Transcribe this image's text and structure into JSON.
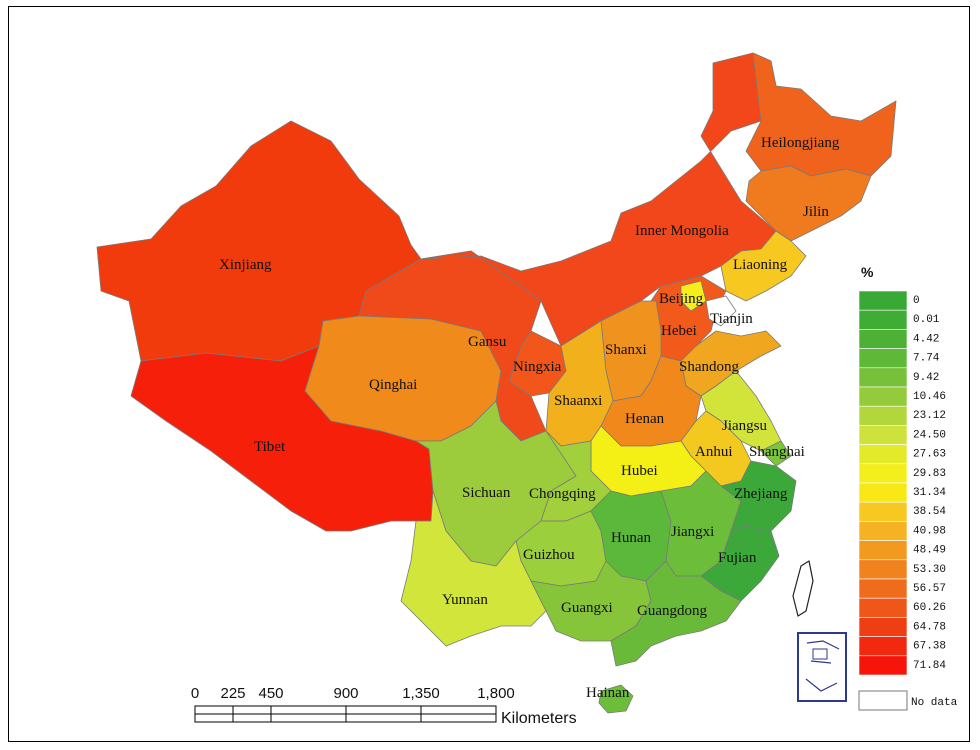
{
  "colors": {
    "Xinjiang": "#f23b0c",
    "Tibet": "#f51f0a",
    "Qinghai": "#f08a1a",
    "Gansu": "#f0491a",
    "InnerMongolia": "#f2471a",
    "Heilongjiang": "#f0631c",
    "Jilin": "#f07a1e",
    "Liaoning": "#f7c820",
    "Beijing": "#f6ee1a",
    "Tianjin": "#ffffff",
    "Hebei": "#f25a1c",
    "Shanxi": "#f0921e",
    "Shandong": "#f0a61e",
    "Ningxia": "#f2561a",
    "Shaanxi": "#f2b01c",
    "Henan": "#f0881c",
    "Jiangsu": "#d2e33a",
    "Anhui": "#f3c81f",
    "Shanghai": "#7dc63b",
    "Hubei": "#f4ef14",
    "Sichuan": "#9ccc3c",
    "Chongqing": "#a2d03c",
    "Zhejiang": "#3da83a",
    "Hunan": "#5cb83a",
    "Jiangxi": "#6cbe3a",
    "Fujian": "#3ca83a",
    "Guizhou": "#9bcf3c",
    "Yunnan": "#d2e53a",
    "Guangxi": "#86c43a",
    "Guangdong": "#6aba3a",
    "Hainan": "#6cbe3a"
  },
  "provinces": {
    "xinjiang": "Xinjiang",
    "tibet": "Tibet",
    "qinghai": "Qinghai",
    "gansu": "Gansu",
    "inner_mongolia": "Inner Mongolia",
    "heilongjiang": "Heilongjiang",
    "jilin": "Jilin",
    "liaoning": "Liaoning",
    "beijing": "Beijing",
    "tianjin": "Tianjin",
    "hebei": "Hebei",
    "shanxi": "Shanxi",
    "shandong": "Shandong",
    "ningxia": "Ningxia",
    "shaanxi": "Shaanxi",
    "henan": "Henan",
    "jiangsu": "Jiangsu",
    "anhui": "Anhui",
    "shanghai": "Shanghai",
    "hubei": "Hubei",
    "sichuan": "Sichuan",
    "chongqing": "Chongqing",
    "zhejiang": "Zhejiang",
    "hunan": "Hunan",
    "jiangxi": "Jiangxi",
    "fujian": "Fujian",
    "guizhou": "Guizhou",
    "yunnan": "Yunnan",
    "guangxi": "Guangxi",
    "guangdong": "Guangdong",
    "hainan": "Hainan"
  },
  "legend": {
    "title": "%",
    "no_data": "No data",
    "no_data_color": "#ffffff",
    "classes": [
      {
        "label": "0",
        "color": "#39a935"
      },
      {
        "label": "0.01",
        "color": "#3fac35"
      },
      {
        "label": "4.42",
        "color": "#4db136"
      },
      {
        "label": "7.74",
        "color": "#5fb838"
      },
      {
        "label": "9.42",
        "color": "#77c13a"
      },
      {
        "label": "10.46",
        "color": "#93cb3b"
      },
      {
        "label": "23.12",
        "color": "#b1d73c"
      },
      {
        "label": "24.50",
        "color": "#cde23b"
      },
      {
        "label": "27.63",
        "color": "#e3ea2a"
      },
      {
        "label": "29.83",
        "color": "#f2ef1c"
      },
      {
        "label": "31.34",
        "color": "#f7e816"
      },
      {
        "label": "38.54",
        "color": "#f7c821"
      },
      {
        "label": "40.98",
        "color": "#f5b221"
      },
      {
        "label": "48.49",
        "color": "#f29a20"
      },
      {
        "label": "53.30",
        "color": "#f0831e"
      },
      {
        "label": "56.57",
        "color": "#ef6c1c"
      },
      {
        "label": "60.26",
        "color": "#ef571a"
      },
      {
        "label": "64.78",
        "color": "#f03e14"
      },
      {
        "label": "67.38",
        "color": "#f2280f"
      },
      {
        "label": "71.84",
        "color": "#f5150a"
      }
    ]
  },
  "scale": {
    "ticks": [
      "0",
      "225",
      "450",
      "900",
      "1,350",
      "1,800"
    ],
    "unit": "Kilometers"
  }
}
